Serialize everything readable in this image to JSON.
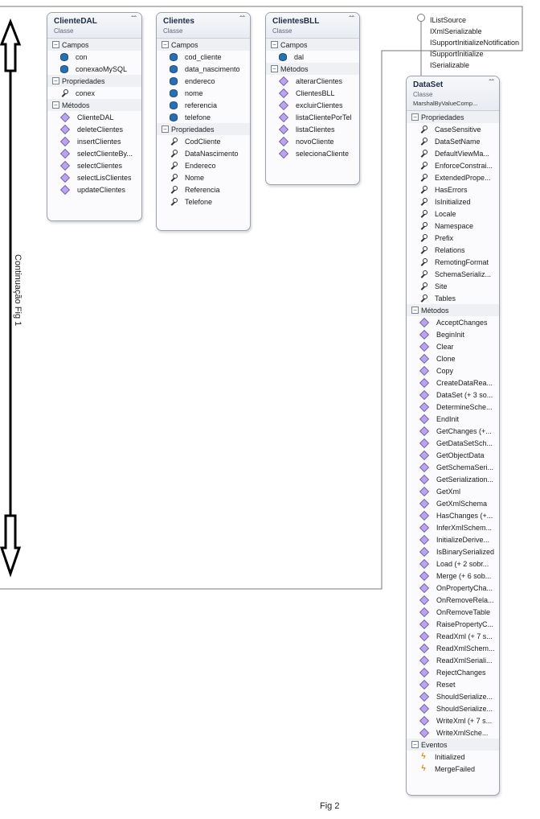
{
  "caption": "Fig 2",
  "arrow_label": "Continuação Fig 1",
  "interfaces": [
    "IListSource",
    "IXmlSerializable",
    "ISupportInitializeNotification",
    "ISupportInitialize",
    "ISerializable"
  ],
  "classes": {
    "cliente_dal": {
      "title": "ClienteDAL",
      "kind": "Classe",
      "sections": [
        {
          "label": "Campos",
          "type": "field",
          "items": [
            "con",
            "conexaoMySQL"
          ]
        },
        {
          "label": "Propriedades",
          "type": "prop",
          "items": [
            "conex"
          ]
        },
        {
          "label": "Métodos",
          "type": "meth",
          "items": [
            "ClienteDAL",
            "deleteClientes",
            "insertClientes",
            "selectClienteBy...",
            "selectClientes",
            "selectLisClientes",
            "updateClientes"
          ]
        }
      ]
    },
    "clientes": {
      "title": "Clientes",
      "kind": "Classe",
      "sections": [
        {
          "label": "Campos",
          "type": "field",
          "items": [
            "cod_cliente",
            "data_nascimento",
            "endereco",
            "nome",
            "referencia",
            "telefone"
          ]
        },
        {
          "label": "Propriedades",
          "type": "prop",
          "items": [
            "CodCliente",
            "DataNascimento",
            "Endereco",
            "Nome",
            "Referencia",
            "Telefone"
          ]
        }
      ]
    },
    "clientes_bll": {
      "title": "ClientesBLL",
      "kind": "Classe",
      "sections": [
        {
          "label": "Campos",
          "type": "field",
          "items": [
            "dal"
          ]
        },
        {
          "label": "Métodos",
          "type": "meth",
          "items": [
            "alterarClientes",
            "ClientesBLL",
            "excluirClientes",
            "listaClientePorTel",
            "listaClientes",
            "novoCliente",
            "selecionaCliente"
          ]
        }
      ]
    },
    "dataset": {
      "title": "DataSet",
      "kind": "Classe",
      "base": "MarshalByValueComp...",
      "sections": [
        {
          "label": "Propriedades",
          "type": "prop",
          "items": [
            "CaseSensitive",
            "DataSetName",
            "DefaultViewMa...",
            "EnforceConstrai...",
            "ExtendedPrope...",
            "HasErrors",
            "IsInitialized",
            "Locale",
            "Namespace",
            "Prefix",
            "Relations",
            "RemotingFormat",
            "SchemaSerializ...",
            "Site",
            "Tables"
          ]
        },
        {
          "label": "Métodos",
          "type": "meth",
          "items": [
            "AcceptChanges",
            "BeginInit",
            "Clear",
            "Clone",
            "Copy",
            "CreateDataRea...",
            "DataSet (+ 3 so...",
            "DetermineSche...",
            "EndInit",
            "GetChanges (+...",
            "GetDataSetSch...",
            "GetObjectData",
            "GetSchemaSeri...",
            "GetSerialization...",
            "GetXml",
            "GetXmlSchema",
            "HasChanges (+...",
            "InferXmlSchem...",
            "InitializeDerive...",
            "IsBinarySerialized",
            "Load (+ 2 sobr...",
            "Merge (+ 6 sob...",
            "OnPropertyCha...",
            "OnRemoveRela...",
            "OnRemoveTable",
            "RaisePropertyC...",
            "ReadXml (+ 7 s...",
            "ReadXmlSchem...",
            "ReadXmlSeriali...",
            "RejectChanges",
            "Reset",
            "ShouldSerialize...",
            "ShouldSerialize...",
            "WriteXml (+ 7 s...",
            "WriteXmlSche..."
          ]
        },
        {
          "label": "Eventos",
          "type": "event",
          "items": [
            "Initialized",
            "MergeFailed"
          ]
        }
      ]
    }
  }
}
